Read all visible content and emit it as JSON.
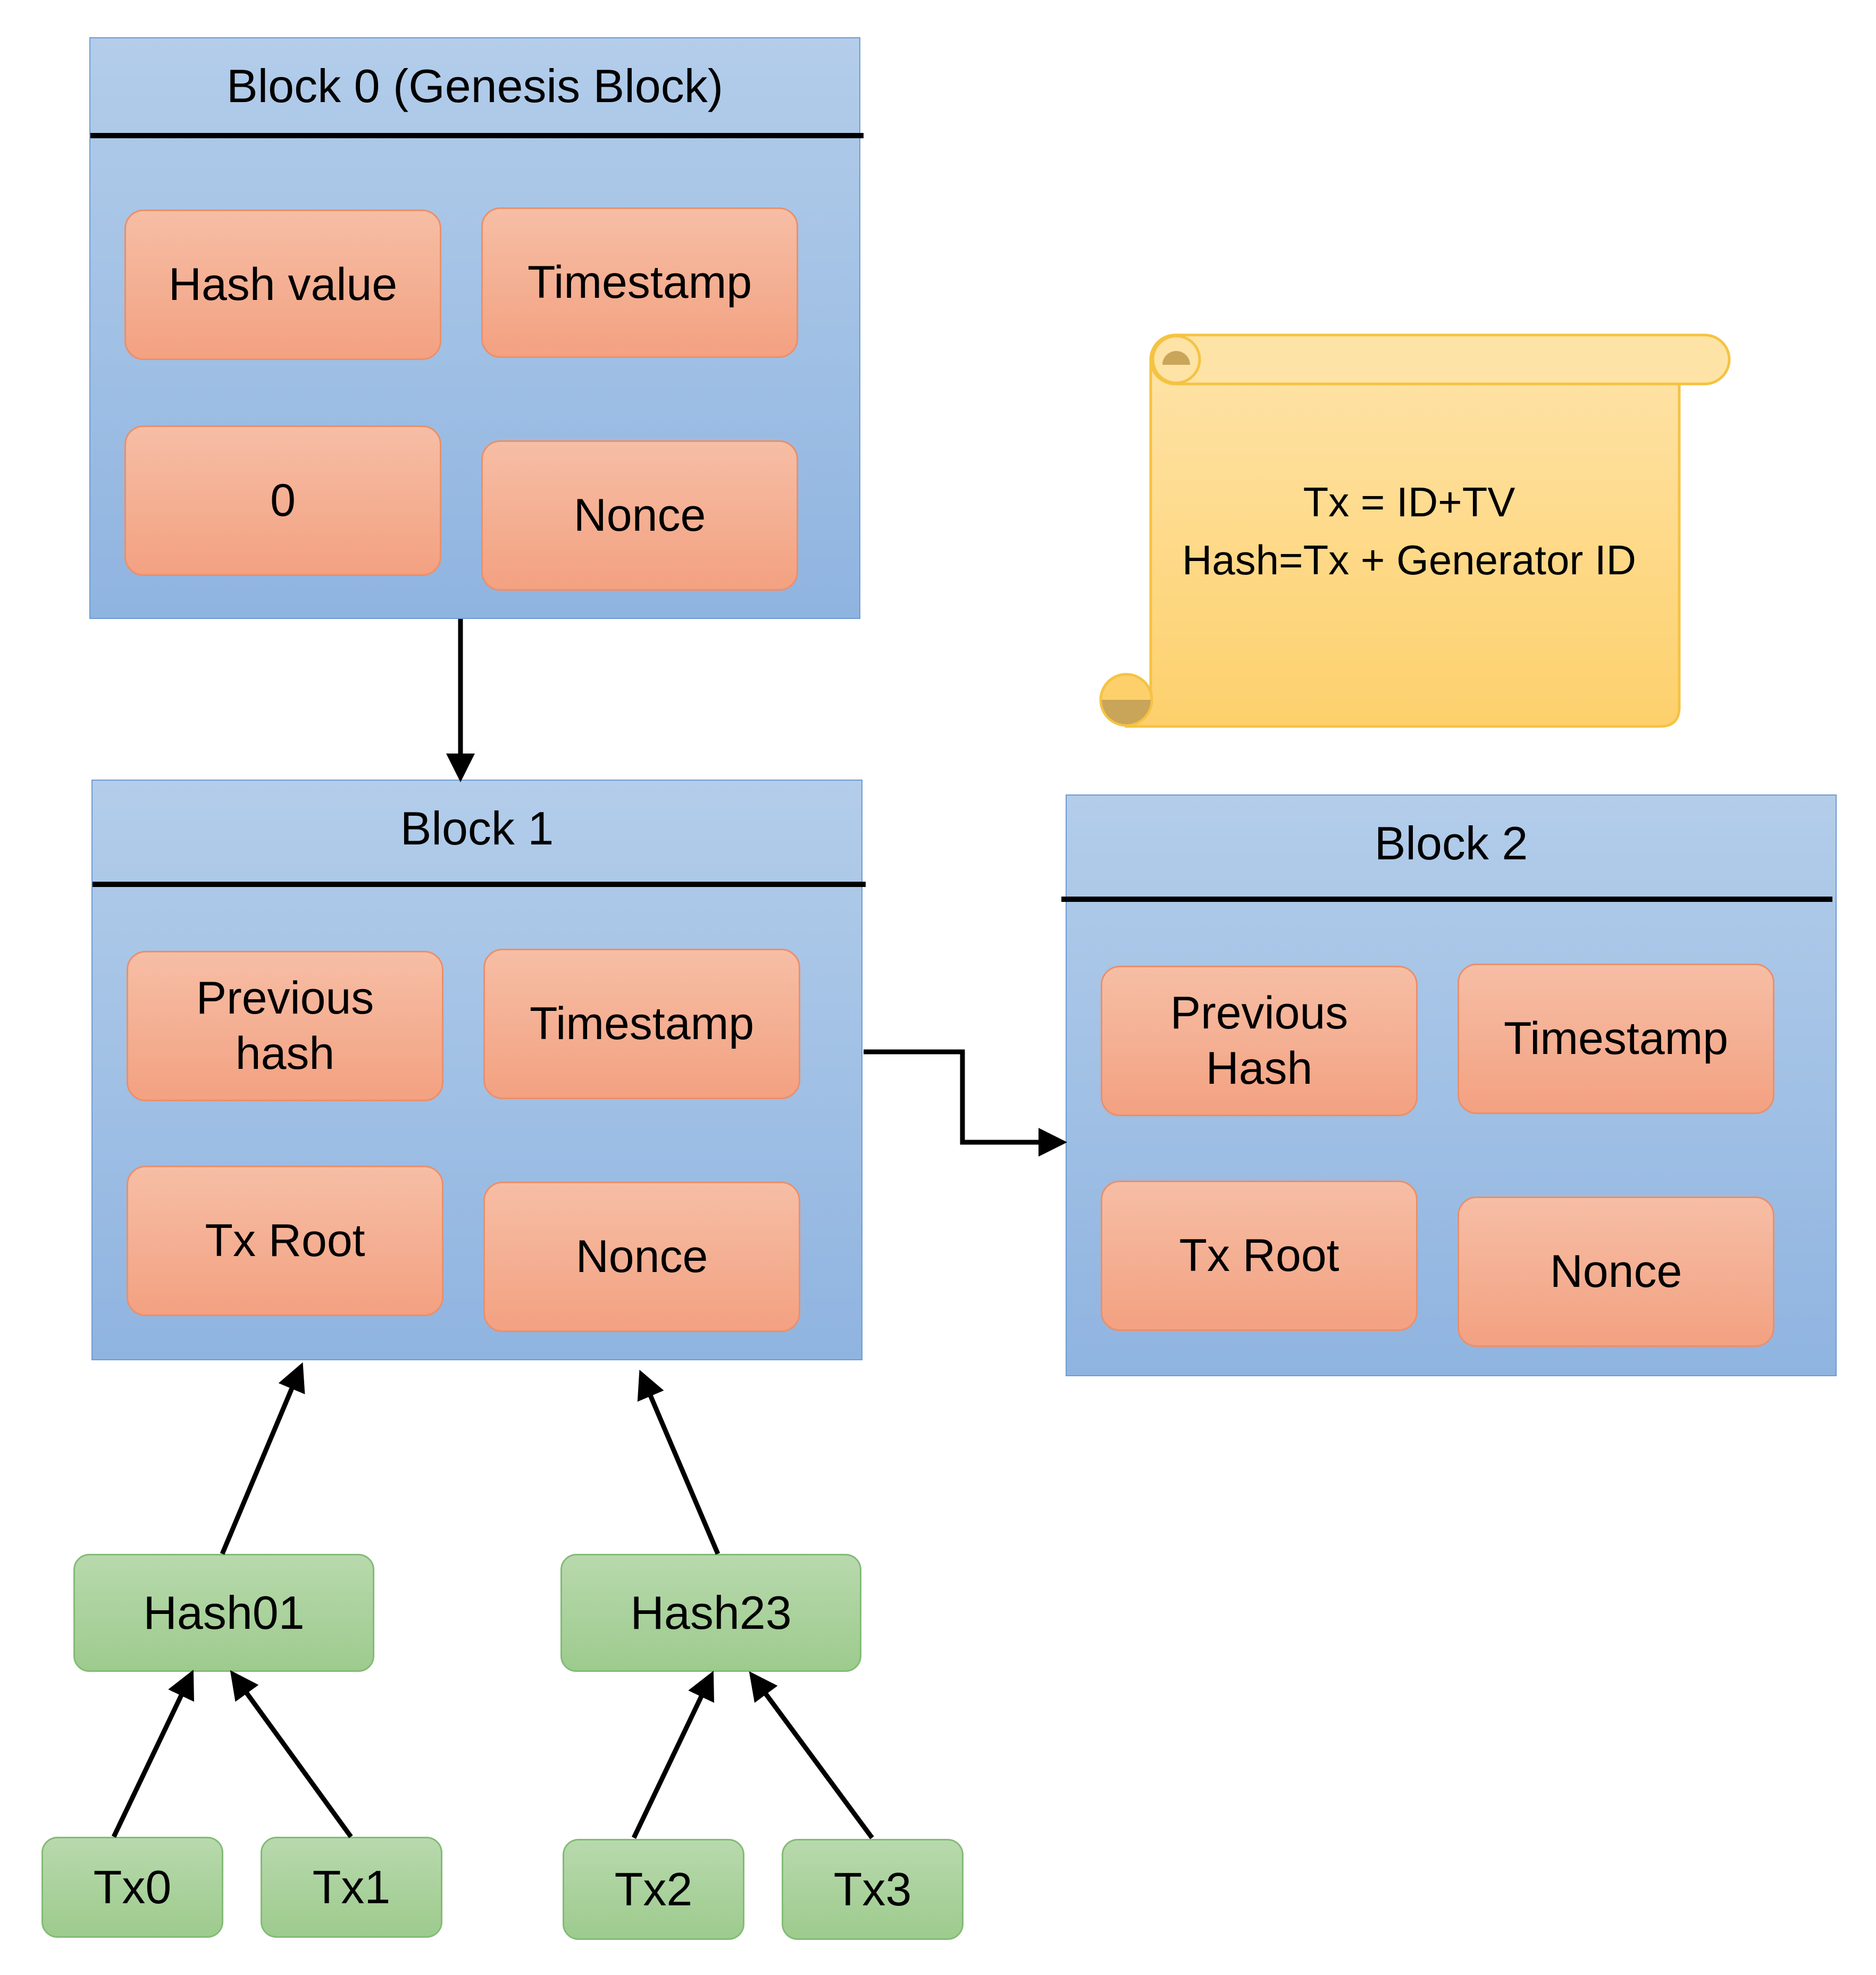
{
  "block0": {
    "title": "Block 0 (Genesis Block)",
    "fields": [
      "Hash value",
      "Timestamp",
      "0",
      "Nonce"
    ]
  },
  "block1": {
    "title": "Block 1",
    "fields": [
      "Previous\nhash",
      "Timestamp",
      "Tx Root",
      "Nonce"
    ]
  },
  "block2": {
    "title": "Block 2",
    "fields": [
      "Previous\nHash",
      "Timestamp",
      "Tx Root",
      "Nonce"
    ]
  },
  "note": {
    "line1": "Tx = ID+TV",
    "line2": "Hash=Tx + Generator ID"
  },
  "hashes": [
    "Hash01",
    "Hash23"
  ],
  "transactions": [
    "Tx0",
    "Tx1",
    "Tx2",
    "Tx3"
  ],
  "colors": {
    "block_fill": "#a3c0e6",
    "field_fill": "#f4ad8f",
    "leaf_fill": "#a9d19b",
    "note_fill": "#fdd680"
  }
}
